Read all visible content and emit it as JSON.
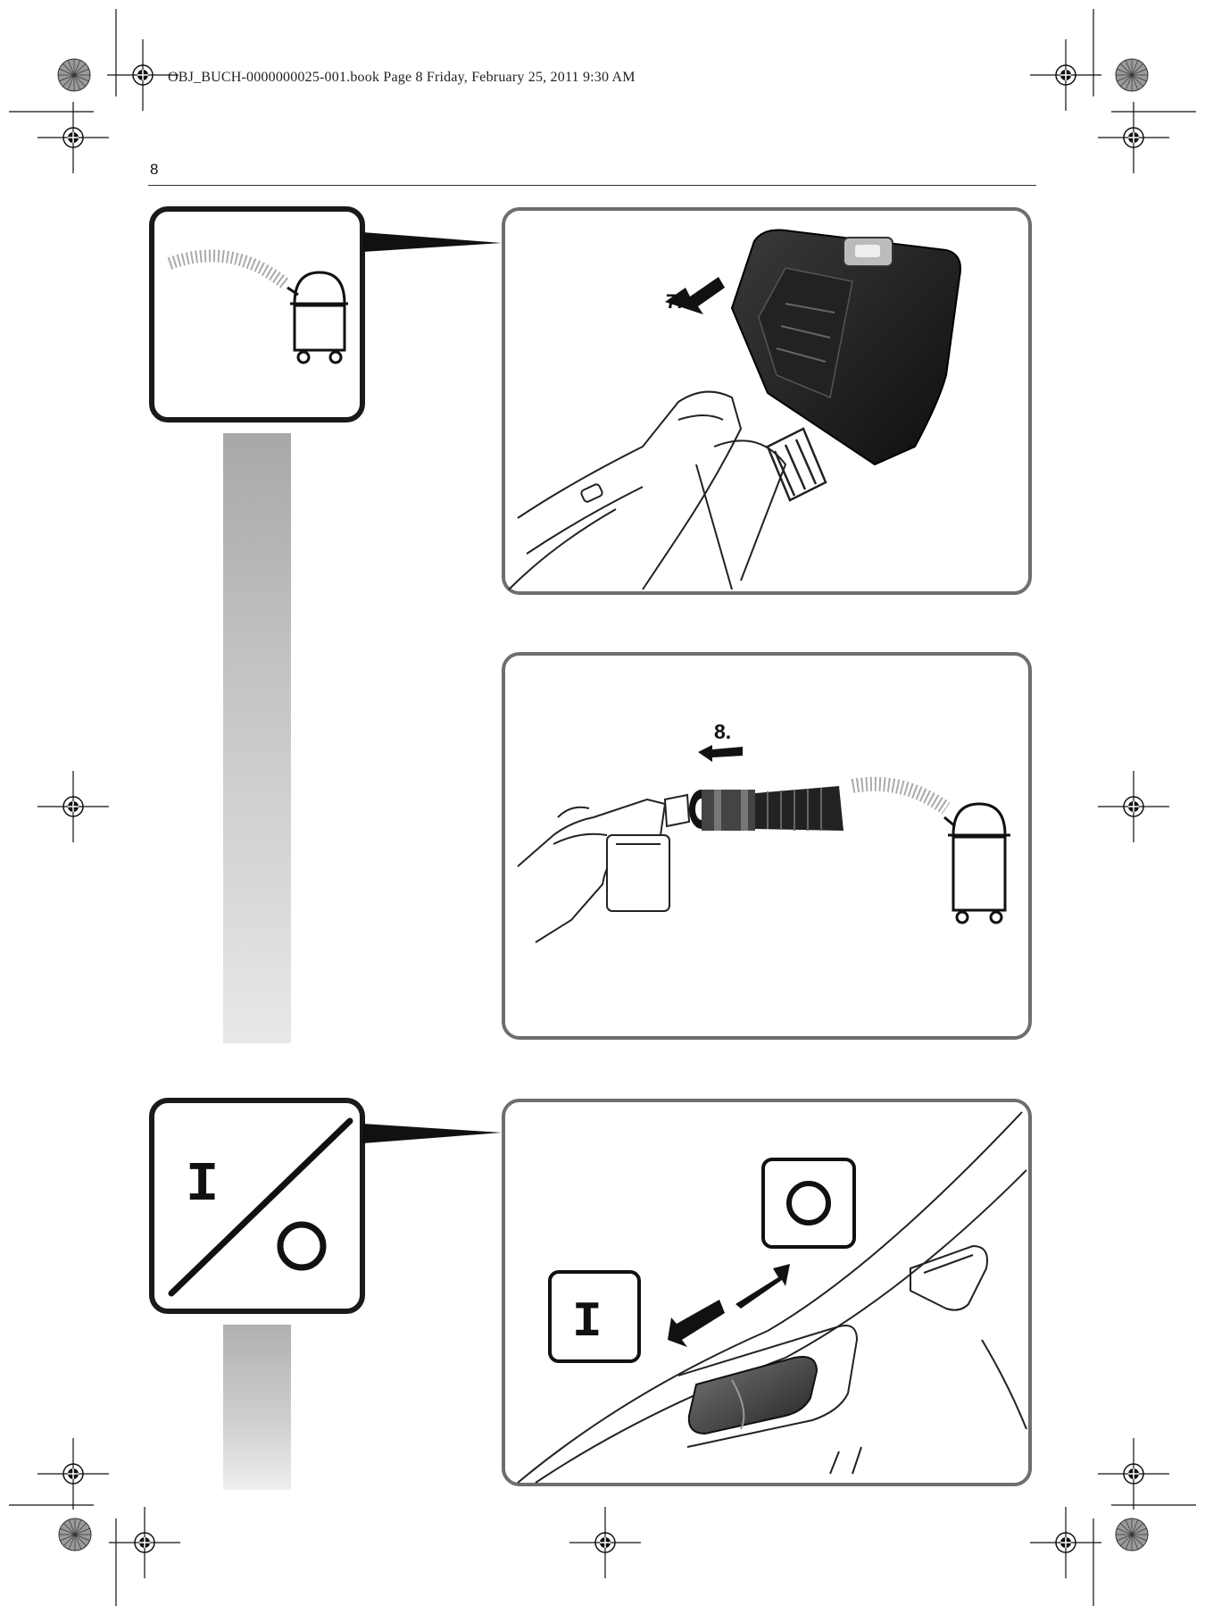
{
  "header": {
    "book_info": "OBJ_BUCH-0000000025-001.book  Page 8  Friday, February 25, 2011  9:30 AM"
  },
  "page": {
    "number": "8"
  },
  "steps": [
    {
      "label": "7."
    },
    {
      "label": "8."
    }
  ],
  "switch_symbols": {
    "on": "I",
    "off": "O"
  },
  "colors": {
    "frame": "#6e6e6e",
    "icon_frame": "#1a1a1a",
    "bar": "#b8b8b8"
  }
}
